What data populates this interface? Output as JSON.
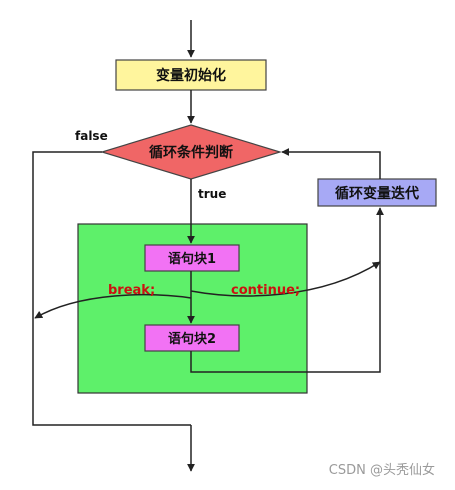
{
  "flowchart": {
    "init": {
      "text": "变量初始化",
      "fill": "#fff59d"
    },
    "condition": {
      "text": "循环条件判断",
      "fill": "#f06666"
    },
    "iterate": {
      "text": "循环变量迭代",
      "fill": "#a7a9f5"
    },
    "body": {
      "fill": "#5ef06a"
    },
    "block1": {
      "text": "语句块1",
      "fill": "#f272f4"
    },
    "block2": {
      "text": "语句块2",
      "fill": "#f272f4"
    },
    "true_label": "true",
    "false_label": "false",
    "break_label": "break;",
    "continue_label": "continue;",
    "keyword_color": "#cc1111"
  },
  "watermark": "CSDN @头秃仙女"
}
